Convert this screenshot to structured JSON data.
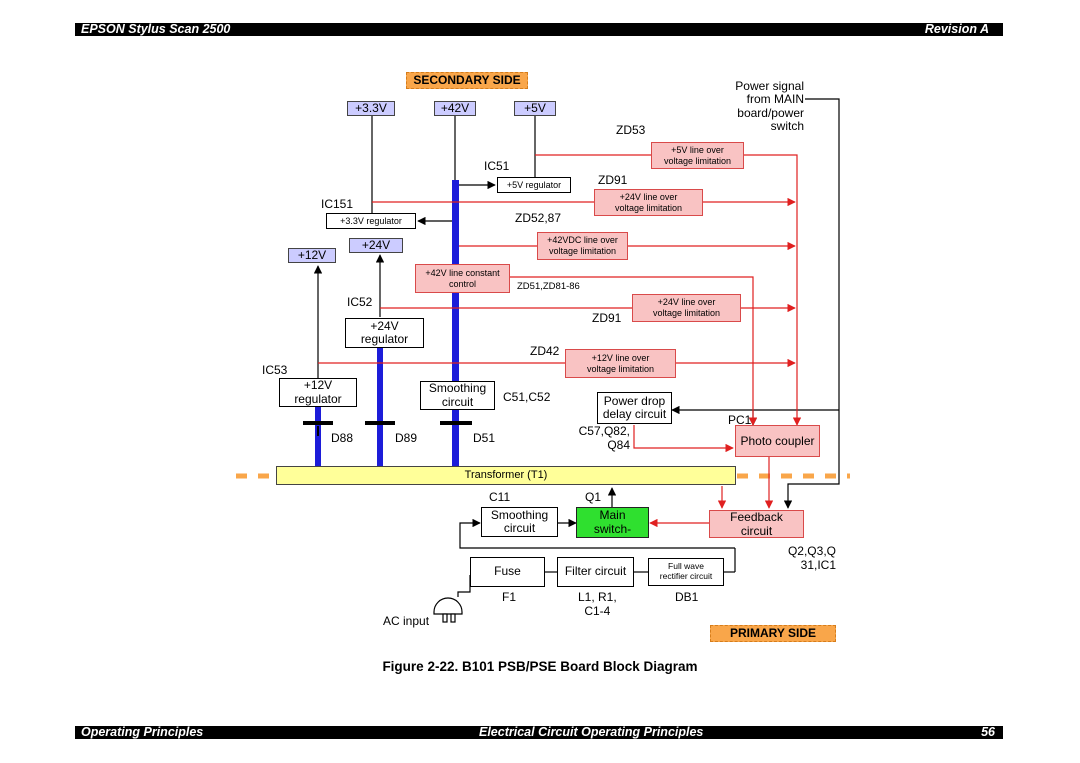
{
  "header": {
    "left": "EPSON Stylus Scan 2500",
    "right": "Revision A"
  },
  "footer": {
    "left": "Operating Principles",
    "center": "Electrical Circuit Operating Principles",
    "page": "56"
  },
  "caption": "Figure 2-22.  B101 PSB/PSE Board Block Diagram",
  "sections": {
    "secondary": "SECONDARY SIDE",
    "primary": "PRIMARY SIDE"
  },
  "voltages": {
    "v33": "+3.3V",
    "v42": "+42V",
    "v5": "+5V",
    "v12": "+12V",
    "v24": "+24V"
  },
  "power_signal": "Power signal\nfrom MAIN\nboard/power\nswitch",
  "blocks": {
    "reg5": "+5V regulator",
    "reg33": "+3.3V regulator",
    "reg24": "+24V\nregulator",
    "reg12": "+12V\nregulator",
    "smoothing_sec": "Smoothing\ncircuit",
    "power_drop": "Power drop\ndelay circuit",
    "photo_coupler": "Photo coupler",
    "transformer": "Transformer (T1)",
    "smoothing_pri": "Smoothing\ncircuit",
    "main_switch": "Main\nswitch-",
    "feedback": "Feedback\ncircuit",
    "fuse": "Fuse",
    "filter": "Filter circuit",
    "rectifier": "Full wave\nrectifier circuit",
    "ovp5": "+5V line over\nvoltage limitation",
    "ovp24a": "+24V line over\nvoltage limitation",
    "ovp42": "+42VDC line over\nvoltage limitation",
    "cc42": "+42V line constant\ncontrol",
    "ovp24b": "+24V line over\nvoltage limitation",
    "ovp12": "+12V line over\nvoltage limitation"
  },
  "labels": {
    "zd53": "ZD53",
    "ic51": "IC51",
    "zd91a": "ZD91",
    "ic151": "IC151",
    "zd5287": "ZD52,87",
    "zd51": "ZD51,ZD81-86",
    "ic52": "IC52",
    "zd91b": "ZD91",
    "zd42": "ZD42",
    "ic53": "IC53",
    "c5152": "C51,C52",
    "pc1": "PC1",
    "c57": "C57,Q82,\nQ84",
    "d88": "D88",
    "d89": "D89",
    "d51": "D51",
    "c11": "C11",
    "q1": "Q1",
    "q2": "Q2,Q3,Q\n31,IC1",
    "f1": "F1",
    "l1": "L1, R1,\nC1-4",
    "db1": "DB1",
    "ac_input": "AC input"
  },
  "colors": {
    "bus": "#1c1cd9",
    "signal": "#e02020",
    "main_switch": "#2fe02f",
    "pink": "#f9c3c3",
    "violet": "#ccccff",
    "orange": "#f9a64a",
    "transformer": "#ffff99"
  }
}
